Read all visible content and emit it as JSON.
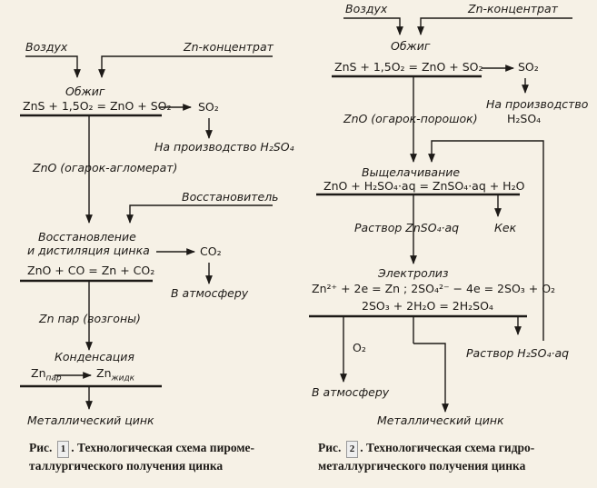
{
  "fig1": {
    "air": "Воздух",
    "zn_concentrate": "Zn-концентрат",
    "roasting": "Обжиг",
    "roast_eq": "ZnS + 1,5O₂ = ZnO + SO₂",
    "so2": "SO₂",
    "to_h2so4": "На производство H₂SO₄",
    "zno_agglomerate": "ZnO (огарок-агломерат)",
    "reductant": "Восстановитель",
    "reduction_1": "Восстановление",
    "reduction_2": "и дистиляция цинка",
    "co2": "CO₂",
    "reduction_eq": "ZnO + CO = Zn + CO₂",
    "to_atmosphere": "В атмосферу",
    "zn_vapor": "Zn пар (возгоны)",
    "condensation": "Конденсация",
    "cond_zn1": "Zn",
    "cond_vapor": "пар",
    "cond_zn2": "Zn",
    "cond_liquid": "жидк",
    "metal_zinc": "Металлический цинк",
    "caption_pre": "Рис.",
    "caption_num": "1",
    "caption_line1": ". Технологическая схема пироме-",
    "caption_line2": "таллургического получения цинка"
  },
  "fig2": {
    "air": "Воздух",
    "zn_concentrate": "Zn-концентрат",
    "roasting": "Обжиг",
    "roast_eq": "ZnS + 1,5O₂ = ZnO + SO₂",
    "so2": "SO₂",
    "to_production": "На производство",
    "h2so4": "H₂SO₄",
    "zno_powder": "ZnO (огарок-порошок)",
    "leaching": "Выщелачивание",
    "leach_eq": "ZnO + H₂SO₄·aq = ZnSO₄·aq + H₂O",
    "solution": "Раствор ZnSO₄·aq",
    "cake": "Кек",
    "electrolysis": "Электролиз",
    "electro_eq1": "Zn²⁺ + 2e = Zn ; 2SO₄²⁻ − 4e = 2SO₃ + O₂",
    "electro_eq2": "2SO₃ + 2H₂O = 2H₂SO₄",
    "o2": "O₂",
    "solution_acid": "Раствор H₂SO₄·aq",
    "to_atmosphere": "В атмосферу",
    "metal_zinc": "Металлический цинк",
    "caption_pre": "Рис.",
    "caption_num": "2",
    "caption_line1": ". Технологическая схема гидро-",
    "caption_line2": "металлургического получения цинка"
  }
}
